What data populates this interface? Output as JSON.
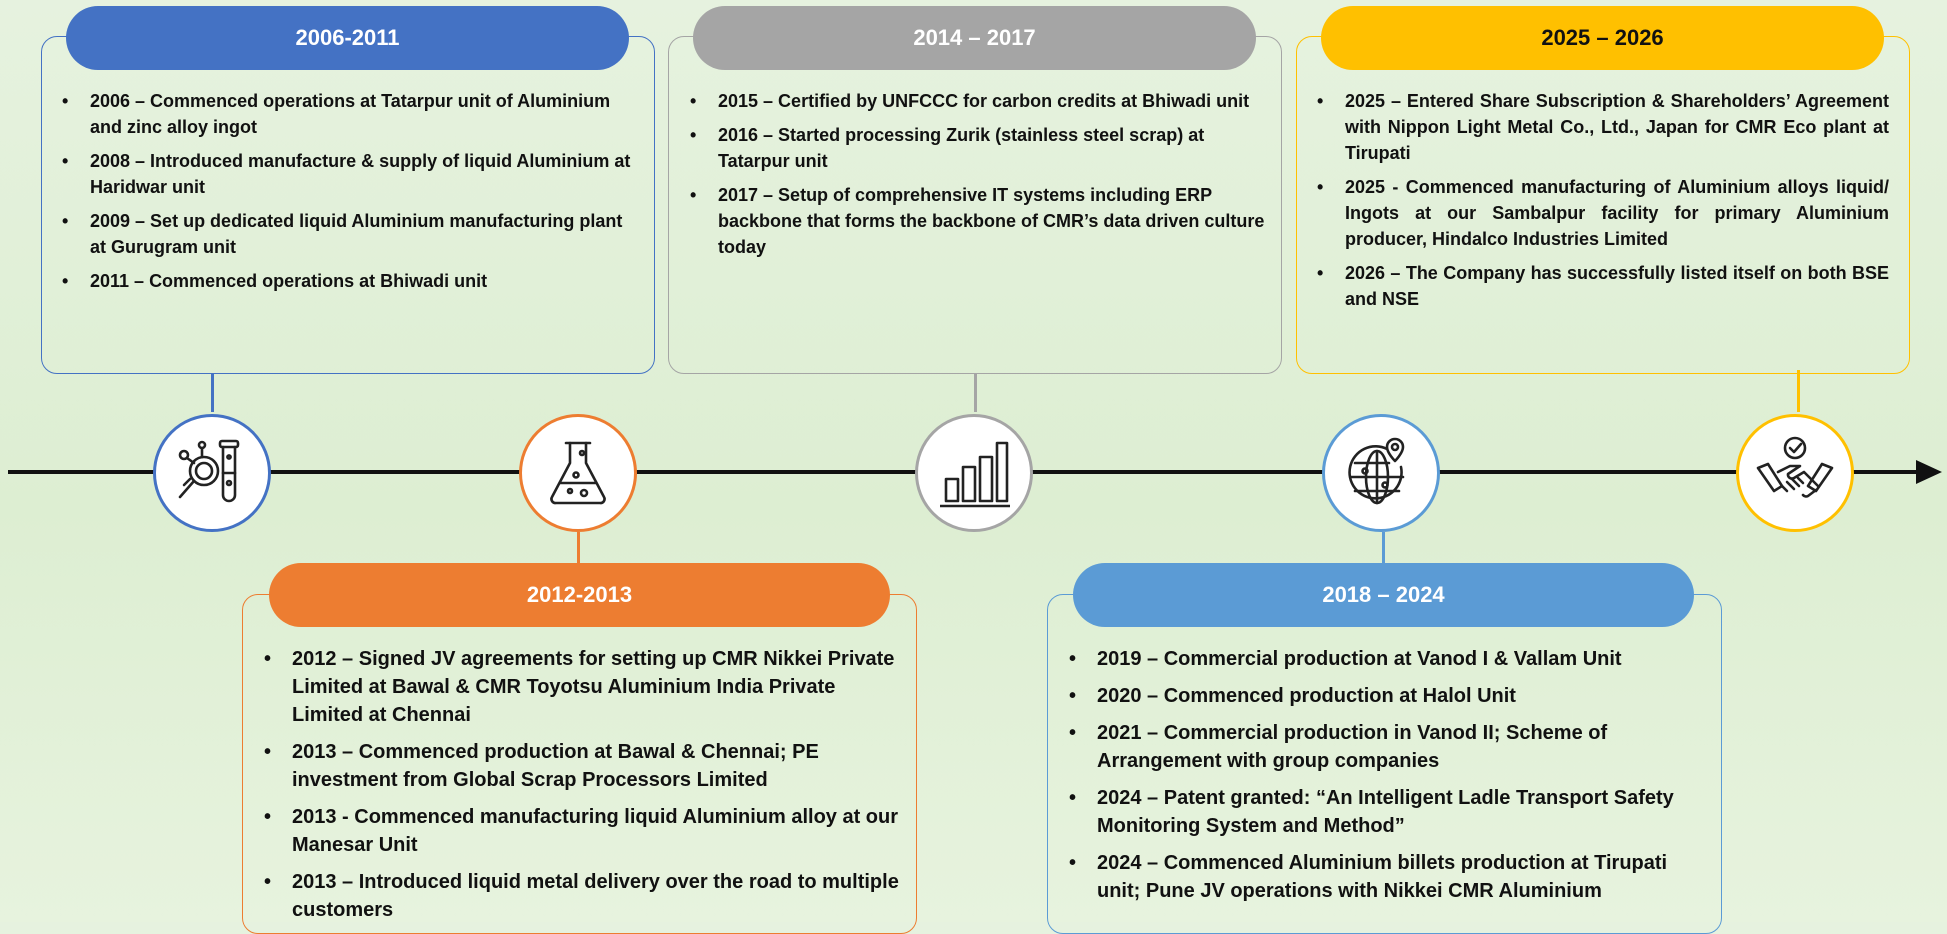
{
  "colors": {
    "blue_dark": "#4472c4",
    "gray": "#a5a5a5",
    "gold": "#ffc000",
    "orange": "#ed7d31",
    "blue_light": "#5b9bd5"
  },
  "icons": [
    "research-icon",
    "flask-icon",
    "bar-chart-icon",
    "globe-location-icon",
    "handshake-icon"
  ],
  "periods": {
    "p2006": {
      "title": "2006-2011",
      "items": [
        "2006 – Commenced operations at Tatarpur unit of Aluminium and zinc alloy ingot",
        "2008 – Introduced manufacture & supply of liquid Aluminium at Haridwar unit",
        "2009 – Set up dedicated liquid Aluminium manufacturing plant at Gurugram unit",
        "2011 – Commenced operations at Bhiwadi unit"
      ]
    },
    "p2014": {
      "title": "2014 – 2017",
      "items": [
        "2015 – Certified by UNFCCC for carbon credits at Bhiwadi unit",
        "2016 – Started processing Zurik (stainless steel scrap) at Tatarpur unit",
        "2017 – Setup of comprehensive IT systems including ERP backbone that forms the backbone of CMR’s data driven culture today"
      ]
    },
    "p2025": {
      "title": "2025 – 2026",
      "items": [
        "2025 – Entered Share Subscription & Shareholders’ Agreement with Nippon Light Metal Co., Ltd., Japan for CMR Eco plant at Tirupati",
        "2025 - Commenced manufacturing of Aluminium alloys liquid/ Ingots at our Sambalpur facility for primary Aluminium producer, Hindalco Industries Limited",
        "2026 – The Company has successfully listed itself on both BSE and NSE"
      ]
    },
    "p2012": {
      "title": "2012-2013",
      "items": [
        "2012 – Signed JV agreements for setting up CMR Nikkei Private Limited at Bawal & CMR Toyotsu Aluminium India Private Limited at Chennai",
        "2013 – Commenced production at Bawal & Chennai; PE investment from Global Scrap Processors Limited",
        "2013 - Commenced manufacturing liquid Aluminium alloy at our Manesar Unit",
        "2013 – Introduced liquid metal delivery over the road to multiple customers"
      ]
    },
    "p2018": {
      "title": "2018 – 2024",
      "items": [
        "2019 – Commercial production at Vanod I & Vallam Unit",
        "2020 – Commenced production at Halol Unit",
        "2021 – Commercial production in Vanod II; Scheme of Arrangement with group companies",
        "2024 – Patent granted: “An Intelligent Ladle Transport Safety Monitoring System and Method”",
        "2024 – Commenced Aluminium billets production at Tirupati unit; Pune JV operations with Nikkei CMR Aluminium"
      ]
    }
  }
}
